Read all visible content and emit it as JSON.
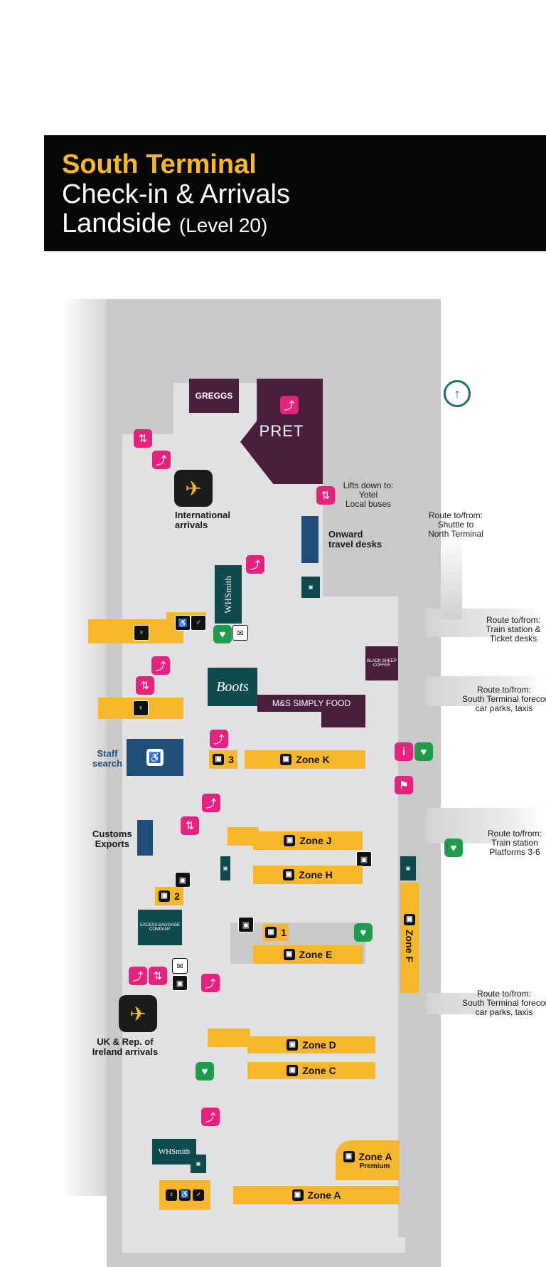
{
  "header": {
    "title": "South Terminal",
    "line2": "Check-in & Arrivals",
    "line3": "Landside",
    "level": "(Level 20)"
  },
  "colors": {
    "header_bg": "#060606",
    "title_accent": "#f6b72a",
    "zone": "#f6b72a",
    "retail_plum": "#4a1f3d",
    "retail_teal": "#0e4a4e",
    "service_navy": "#1f4e79",
    "lift_pink": "#e5227e",
    "defib_green": "#1e9b4b"
  },
  "shops": {
    "greggs": "GREGGS",
    "pret": "PRET",
    "whsmith": "WHSmith",
    "whsmith2": "WHSmith",
    "boots": "Boots",
    "ms": "M&S SIMPLY FOOD",
    "black_sheep": "BLACK SHEEP COFFEE",
    "excess": "EXCESS BAGGAGE COMPANY"
  },
  "labels": {
    "international_arrivals": [
      "International",
      "arrivals"
    ],
    "lifts_down": [
      "Lifts down to:",
      "Yotel",
      "Local buses"
    ],
    "onward": [
      "Onward",
      "travel desks"
    ],
    "shuttle": [
      "Route to/from:",
      "Shuttle to",
      "North Terminal"
    ],
    "train_ticket": [
      "Route to/from:",
      "Train station &",
      "Ticket desks"
    ],
    "forecourt1": [
      "Route to/from:",
      "South Terminal forecourt,",
      "car parks, taxis"
    ],
    "staff_search": [
      "Staff",
      "search"
    ],
    "customs": [
      "Customs",
      "Exports"
    ],
    "train_platforms": [
      "Route to/from:",
      "Train station",
      "Platforms 3-6"
    ],
    "forecourt2": [
      "Route to/from:",
      "South Terminal forecourt,",
      "car parks, taxis"
    ],
    "uk_arrivals": [
      "UK & Rep. of",
      "Ireland arrivals"
    ]
  },
  "zones": {
    "k": "Zone K",
    "j": "Zone J",
    "h": "Zone H",
    "e": "Zone E",
    "f": "Zone F",
    "d": "Zone D",
    "c": "Zone C",
    "a_premium": "Zone A",
    "premium": "Premium",
    "a": "Zone A",
    "num3": "3",
    "num2": "2",
    "num1": "1"
  },
  "icons": {
    "lift": "lift-icon",
    "escalator": "escalator-icon",
    "defibrillator": "defibrillator-icon",
    "baggage": "baggage-drop-icon",
    "toilets": "toilets-icon",
    "accessible": "accessible-toilet-icon",
    "info": "information-icon",
    "post": "postbox-icon",
    "arrivals": "arrivals-plane-icon",
    "compass": "north-arrow-icon"
  }
}
